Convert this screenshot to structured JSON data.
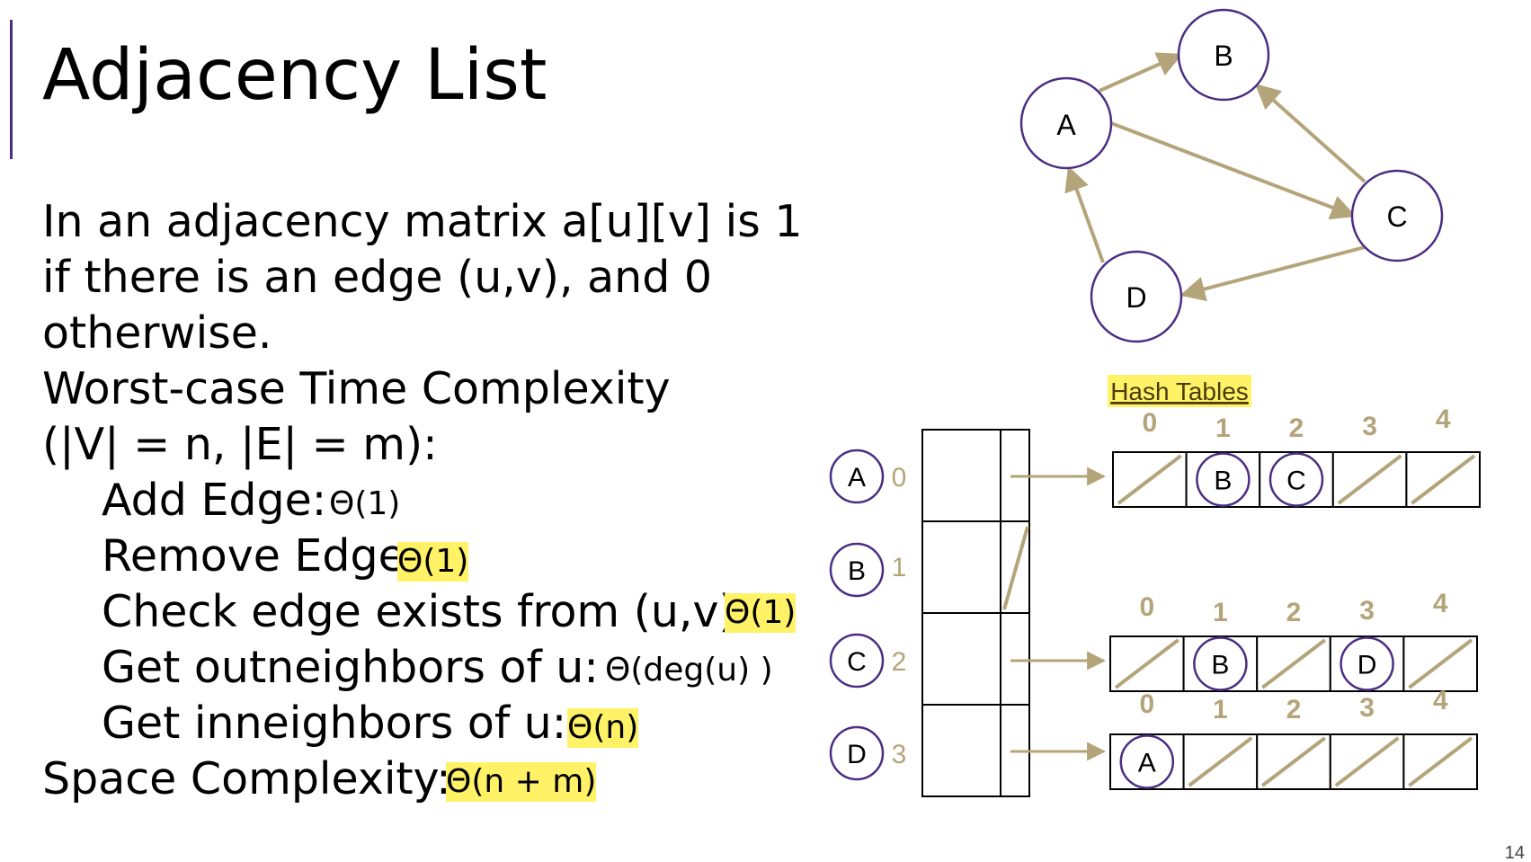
{
  "slide": {
    "title": "Adjacency List",
    "page_number": "14",
    "accent_color": "#4b2e83",
    "edge_color": "#b4a47a",
    "highlight_color": "#fff266"
  },
  "text": {
    "line1": "In an adjacency matrix a[u][v] is 1",
    "line2": "if there is an edge (u,v), and 0",
    "line3": "otherwise.",
    "line4": "Worst-case Time Complexity",
    "line5": "(|V| = n, |E| = m):",
    "add_edge": "Add Edge:",
    "remove_edge": "Remove Edge:",
    "check_edge": "Check edge exists from (u,v):",
    "outneighbors": "Get outneighbors of u:",
    "inneighbors": "Get inneighbors of u:",
    "space": "Space Complexity:"
  },
  "answers": {
    "add_edge": "Θ(1)",
    "remove_edge": "Θ(1)",
    "check_edge": "Θ(1)",
    "outneighbors": "Θ(deg(u) )",
    "inneighbors": "Θ(n)",
    "space": "Θ(n + m)"
  },
  "graph": {
    "nodes": [
      "A",
      "B",
      "C",
      "D"
    ],
    "edges": [
      [
        "A",
        "B"
      ],
      [
        "A",
        "C"
      ],
      [
        "C",
        "B"
      ],
      [
        "C",
        "D"
      ],
      [
        "D",
        "A"
      ]
    ]
  },
  "hash_tables_label": "Hash Tables",
  "array": {
    "nodes": [
      "A",
      "B",
      "C",
      "D"
    ],
    "indices": [
      "0",
      "1",
      "2",
      "3"
    ]
  },
  "buckets": {
    "index_labels": [
      "0",
      "1",
      "2",
      "3",
      "4"
    ],
    "table_a": [
      "",
      "B",
      "C",
      "",
      ""
    ],
    "table_c": [
      "",
      "B",
      "",
      "D",
      ""
    ],
    "table_d": [
      "A",
      "",
      "",
      "",
      ""
    ]
  }
}
